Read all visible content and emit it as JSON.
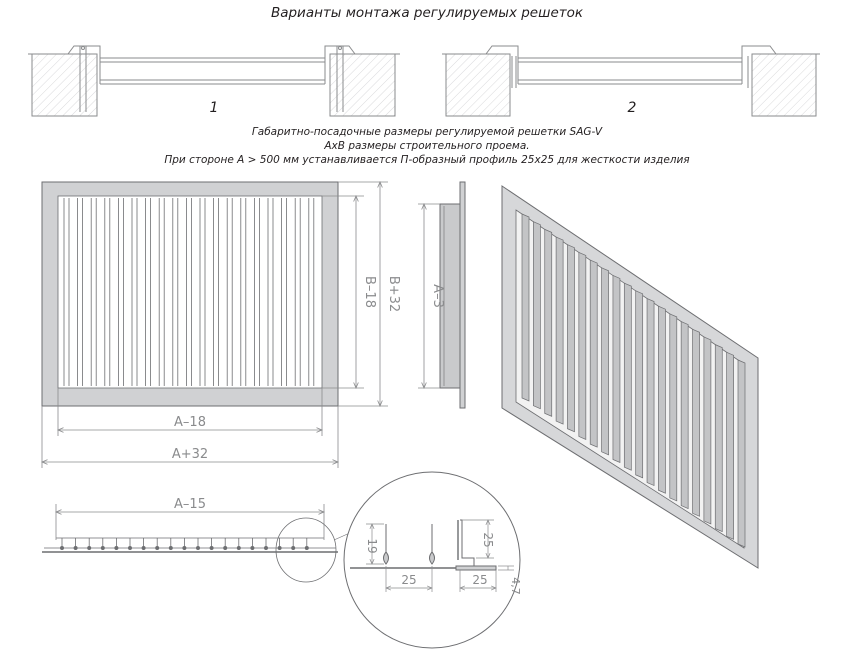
{
  "title": "Варианты монтажа регулируемых решеток",
  "captions": [
    "Габаритно-посадочные размеры регулируемой решетки SAG-V",
    "AxB размеры строительного проема.",
    "При стороне А > 500 мм устанавливается П-образный профиль 25х25 для жесткости изделия"
  ],
  "variants": {
    "one": "1",
    "two": "2"
  },
  "dimensions": {
    "a_minus_18": "A–18",
    "a_plus_32": "A+32",
    "b_minus_18": "B–18",
    "b_plus_32": "B+32",
    "a_minus_3": "A–3",
    "a_minus_15": "A–15",
    "detail_19": "19",
    "detail_25_pitch": "25",
    "detail_25_width": "25",
    "detail_25_height": "25",
    "detail_4_7": "4,7"
  },
  "colors": {
    "line": "#6d6e71",
    "dim": "#8a8b8d",
    "text": "#231f20",
    "wall_fill": "#f4f4f4"
  }
}
